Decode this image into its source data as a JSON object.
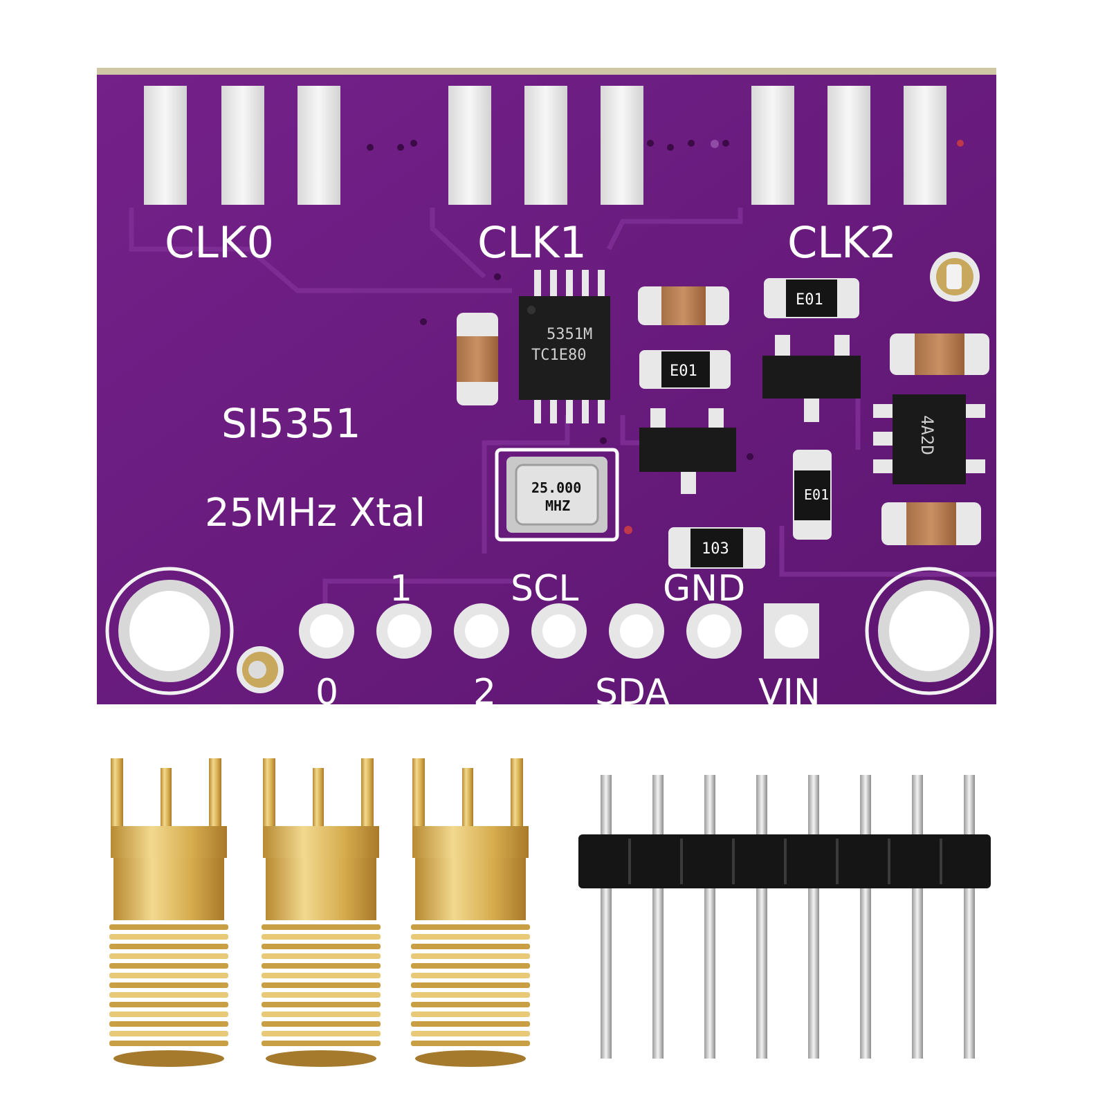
{
  "board": {
    "title": "SI5351",
    "crystal_label": "25MHz Xtal",
    "clock_labels": [
      "CLK0",
      "CLK1",
      "CLK2"
    ],
    "pin_labels_top": [
      "1",
      "SCL",
      "GND"
    ],
    "pin_labels_bottom": [
      "0",
      "2",
      "SDA",
      "VIN"
    ],
    "chip_marking_line1": "5351M",
    "chip_marking_line2": "TC1E80",
    "crystal_marking_line1": "25.000",
    "crystal_marking_line2": "MHZ",
    "resistor_marks": [
      "E01",
      "E01",
      "E01",
      "103"
    ],
    "regulator_marking": "4A2D"
  },
  "accessories": {
    "sma_connector_count": 3,
    "header_pin_count": 8
  },
  "colors": {
    "pcb": "#6a1a7e",
    "pad": "#e9e9e9",
    "gold": "#d9b45a"
  }
}
